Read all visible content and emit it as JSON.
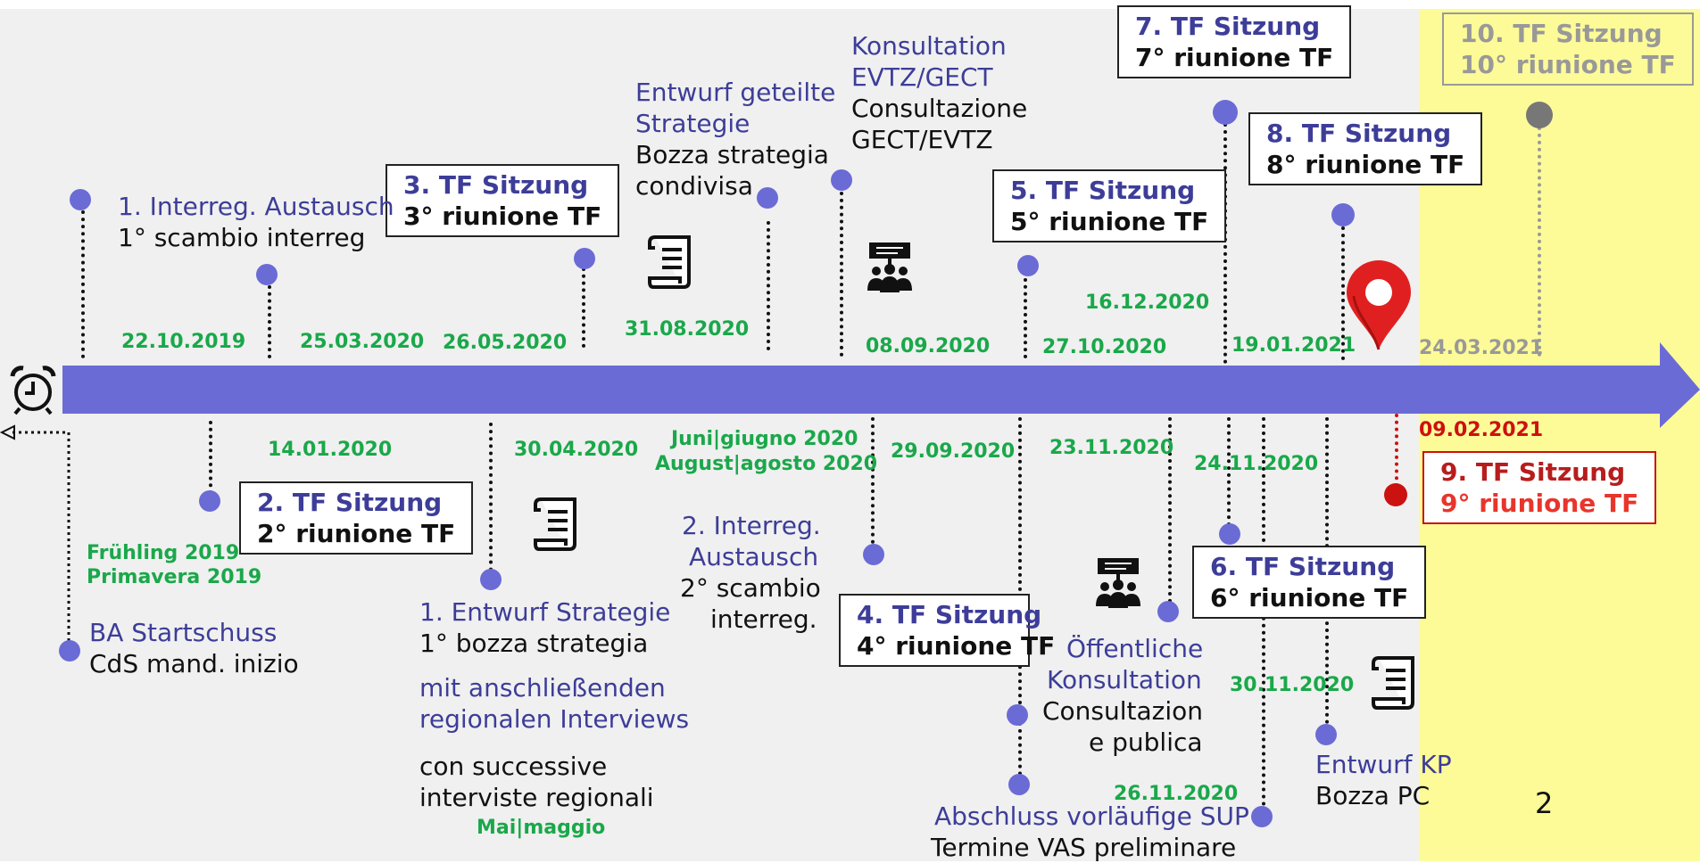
{
  "labels": {
    "interreg1_de": "1. Interreg. Austausch",
    "interreg1_it": "1° scambio interreg",
    "entwurf_geteilt_de1": "Entwurf geteilte",
    "entwurf_geteilt_de2": "Strategie",
    "entwurf_geteilt_it1": "Bozza strategia",
    "entwurf_geteilt_it2": "condivisa",
    "konsult_de1": "Konsultation",
    "konsult_de2": "EVTZ/GECT",
    "konsult_it1": "Consultazione",
    "konsult_it2": "GECT/EVTZ",
    "ba_de": "BA Startschuss",
    "ba_it": "CdS mand. inizio",
    "entwurf1_de": "1. Entwurf Strategie",
    "entwurf1_it": "1°  bozza strategia",
    "interviews_de1": "mit anschließenden",
    "interviews_de2": "regionalen Interviews",
    "interviews_it1": "con successive",
    "interviews_it2": "interviste regionali",
    "interreg2_de1": "2. Interreg.",
    "interreg2_de2": "Austausch",
    "interreg2_it1": "2° scambio",
    "interreg2_it2": "interreg.",
    "oeff_de1": "Öffentliche",
    "oeff_de2": "Konsultation",
    "oeff_it1": "Consultazion",
    "oeff_it2": "e publica",
    "sup_de": "Abschluss vorläufige SUP",
    "sup_it": "Termine  VAS preliminare",
    "kp_de": "Entwurf KP",
    "kp_it": "Bozza PC"
  },
  "boxes": {
    "tf2": {
      "de": "2. TF Sitzung",
      "it": "2° riunione TF"
    },
    "tf3": {
      "de": "3. TF Sitzung",
      "it": "3° riunione TF"
    },
    "tf4": {
      "de": "4. TF Sitzung",
      "it": "4° riunione TF"
    },
    "tf5": {
      "de": "5. TF Sitzung",
      "it": "5° riunione TF"
    },
    "tf6": {
      "de": "6. TF Sitzung",
      "it": "6° riunione TF"
    },
    "tf7": {
      "de": "7. TF Sitzung",
      "it": "7° riunione TF"
    },
    "tf8": {
      "de": "8. TF Sitzung",
      "it": "8° riunione TF"
    },
    "tf9": {
      "de": "9. TF Sitzung",
      "it": "9° riunione TF"
    },
    "tf10": {
      "de": "10. TF Sitzung",
      "it": "10° riunione TF"
    }
  },
  "dates": {
    "d1": "22.10.2019",
    "d2": "25.03.2020",
    "d3": "26.05.2020",
    "d4": "31.08.2020",
    "d5": "08.09.2020",
    "d6": "16.12.2020",
    "d7": "27.10.2020",
    "d8": "19.01.2021",
    "d9": "24.03.2021",
    "d10": "14.01.2020",
    "d11": "30.04.2020",
    "d12a": "Juni|giugno 2020",
    "d12b": "August|agosto 2020",
    "d13": "29.09.2020",
    "d14": "23.11.2020",
    "d15": "24.11.2020",
    "d16": "09.02.2021",
    "d17a": "Frühling 2019",
    "d17b": "Primavera 2019",
    "d18": "30.11.2020",
    "d19": "26.11.2020",
    "d20": "Mai|maggio"
  },
  "page_number": "2",
  "colors": {
    "arrow": "#6b6bd6",
    "blue_text": "#3d3d99",
    "green_date": "#1aa84a",
    "red": "#cc1111",
    "yellow_bg": "#fdfb98",
    "grey_bg": "#f0f0f0"
  },
  "icons": [
    "alarm-clock-icon",
    "scroll-document-icon",
    "meeting-presenter-icon",
    "map-pin-icon"
  ]
}
